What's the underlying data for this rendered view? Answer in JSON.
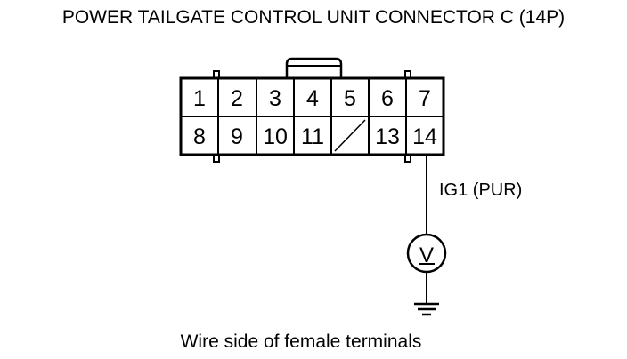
{
  "title": "POWER TAILGATE CONTROL UNIT CONNECTOR C (14P)",
  "connector": {
    "rows": [
      [
        "1",
        "2",
        "3",
        "4",
        "5",
        "6",
        "7"
      ],
      [
        "8",
        "9",
        "10",
        "11",
        "",
        "13",
        "14"
      ]
    ],
    "unused_cell": "row 2, column 5"
  },
  "wire_label": "IG1 (PUR)",
  "meter": {
    "symbol": "V",
    "icon": "voltmeter-icon"
  },
  "ground_icon": "ground-icon",
  "caption": "Wire side of female terminals",
  "colors": {
    "line": "#000000",
    "background": "#ffffff"
  }
}
